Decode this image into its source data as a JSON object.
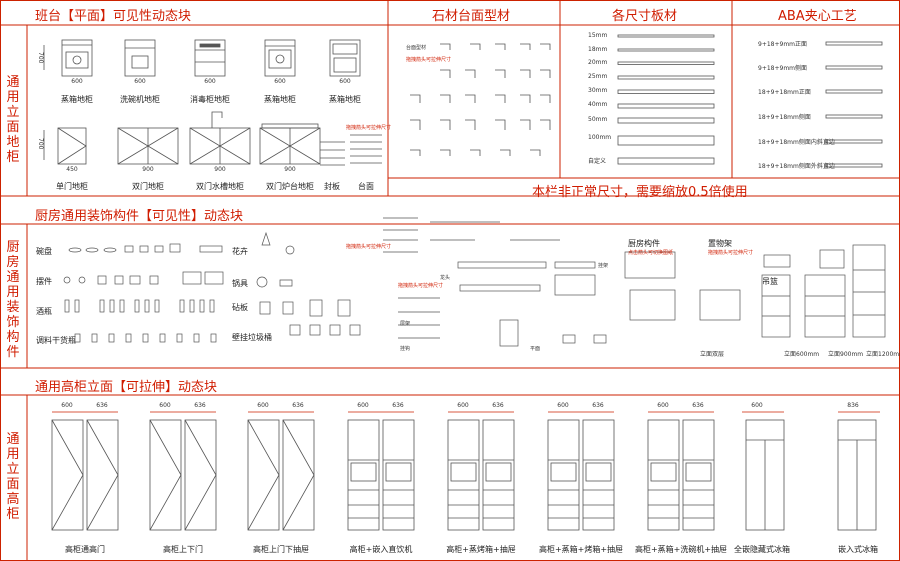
{
  "colors": {
    "accent": "#d01c00",
    "grid": "#cc0000",
    "line": "#555555"
  },
  "section1": {
    "side_label": "通用立面地柜",
    "title": "班台【平面】可见性动态块",
    "dims_h": {
      "d700a": "700",
      "d700b": "700"
    },
    "top_row": [
      {
        "label": "蒸箱地柜",
        "width": "600"
      },
      {
        "label": "洗碗机地柜",
        "width": "600"
      },
      {
        "label": "消毒柜地柜",
        "width": "600"
      },
      {
        "label": "蒸箱地柜",
        "width": "600"
      },
      {
        "label": "蒸箱地柜",
        "width": "600"
      }
    ],
    "bottom_row": [
      {
        "label": "单门地柜",
        "width": "450"
      },
      {
        "label": "双门地柜",
        "width": "900"
      },
      {
        "label": "双门水槽地柜",
        "width": "900"
      },
      {
        "label": "双门炉台地柜",
        "width": "900"
      },
      {
        "label": "封板",
        "width": ""
      },
      {
        "label": "台面",
        "width": ""
      }
    ],
    "drag_note": "拖拽箭头可拉伸尺寸"
  },
  "stone": {
    "title": "石材台面型材",
    "label1": "台面型材",
    "label2": "拖拽箭头可拉伸尺寸"
  },
  "boards": {
    "title": "各尺寸板材",
    "items": [
      "15mm",
      "18mm",
      "20mm",
      "25mm",
      "30mm",
      "40mm",
      "50mm",
      "100mm",
      "自定义"
    ]
  },
  "aba": {
    "title": "ABA夹心工艺",
    "items": [
      "9+18+9mm正面",
      "9+18+9mm侧面",
      "18+9+18mm正面",
      "18+9+18mm侧面",
      "18+9+18mm侧面内斜直边",
      "18+9+18mm侧面外斜直边"
    ]
  },
  "scale_note": "本栏非正常尺寸，需要缩放0.5倍使用",
  "section2": {
    "side_label": "厨房通用装饰构件",
    "title": "厨房通用装饰构件【可见性】动态块",
    "rows": [
      "碗盘",
      "摆件",
      "酒瓶",
      "调料干货瓶"
    ],
    "rows2": [
      "花卉",
      "锅具",
      "砧板",
      "壁挂垃圾桶"
    ],
    "drag1": "拖拽箭头可拉伸尺寸",
    "drag2": "拖拽箭头可拉伸尺寸",
    "faucet": "龙头",
    "hardware": "厨房构件",
    "hardware_note": "点击箭头可切换图纸",
    "shelf": "置物架",
    "shelf_note": "拖拽箭头可拉伸尺寸",
    "hang": "吊篮",
    "racks": [
      "立面双层",
      "立面600mm",
      "立面900mm",
      "立面1200mm"
    ],
    "small_labels": [
      "挂架",
      "层架",
      "挂钩"
    ],
    "bottom_note": "平面"
  },
  "section3": {
    "side_label": "通用立面高柜",
    "title": "通用高柜立面【可拉伸】动态块",
    "items": [
      {
        "label": "高柜通高门",
        "w1": "600",
        "w2": "636"
      },
      {
        "label": "高柜上下门",
        "w1": "600",
        "w2": "636"
      },
      {
        "label": "高柜上门下抽屉",
        "w1": "600",
        "w2": "636"
      },
      {
        "label": "高柜+嵌入直饮机",
        "w1": "600",
        "w2": "636"
      },
      {
        "label": "高柜+蒸烤箱+抽屉",
        "w1": "600",
        "w2": "636"
      },
      {
        "label": "高柜+蒸箱+烤箱+抽屉",
        "w1": "600",
        "w2": "636"
      },
      {
        "label": "高柜+蒸箱+洗碗机+抽屉",
        "w1": "600",
        "w2": "636"
      },
      {
        "label": "全嵌隐藏式冰箱",
        "w1": "600",
        "w2": ""
      },
      {
        "label": "嵌入式冰箱",
        "w1": "836",
        "w2": ""
      }
    ]
  }
}
